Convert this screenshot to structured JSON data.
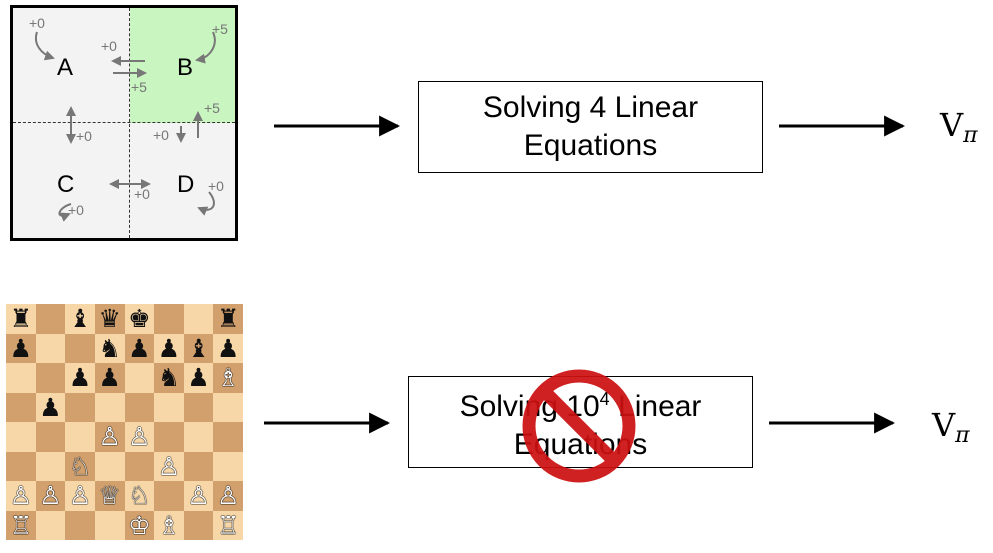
{
  "grid": {
    "states": [
      "A",
      "B",
      "C",
      "D"
    ],
    "rewards": {
      "a_self": "+0",
      "a_to_b": "+0",
      "b_self": "+5",
      "b_to_a": "+5",
      "b_to_d": "+5",
      "a_to_c": "+0",
      "d_to_b": "+0",
      "c_to_d": "+0",
      "c_self": "+0",
      "d_self": "+0"
    },
    "goal_color": "#c8f5c0"
  },
  "top_box": {
    "line1": "Solving 4 Linear",
    "line2": "Equations"
  },
  "bottom_box": {
    "line1_a": "Solving ",
    "exponent_base": "10",
    "exponent": "4",
    "line1_b": "Linear",
    "line2": "Equations"
  },
  "value": {
    "symbol": "V",
    "subscript": "π"
  },
  "prohibition_icon": "no-entry-icon",
  "prohibition_color": "#cc1111",
  "chess": {
    "rows": [
      [
        "♜",
        "",
        "♝",
        "♛",
        "♚",
        "",
        "",
        "♜"
      ],
      [
        "♟",
        "",
        "",
        "♞",
        "♟",
        "♟",
        "♝",
        "♟"
      ],
      [
        "",
        "",
        "♟",
        "♟",
        "",
        "♞",
        "♟",
        "♗"
      ],
      [
        "",
        "♟",
        "",
        "",
        "",
        "",
        "",
        ""
      ],
      [
        "",
        "",
        "",
        "♙",
        "♙",
        "",
        "",
        ""
      ],
      [
        "",
        "",
        "♘",
        "",
        "",
        "♙",
        "",
        ""
      ],
      [
        "♙",
        "♙",
        "♙",
        "♕",
        "♘",
        "",
        "♙",
        "♙"
      ],
      [
        "♖",
        "",
        "",
        "",
        "♔",
        "♗",
        "",
        "♖"
      ]
    ]
  }
}
